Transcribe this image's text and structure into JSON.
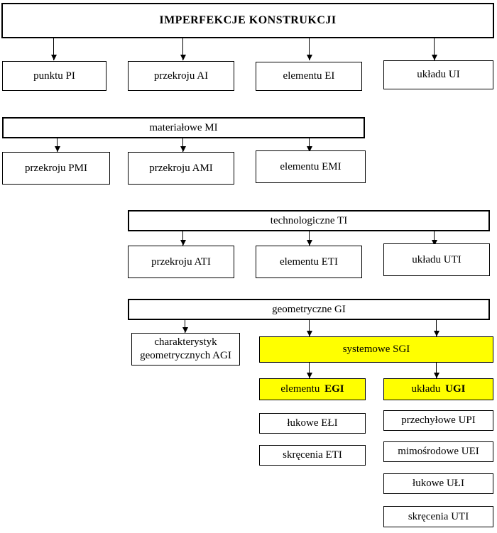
{
  "title": "IMPERFEKCJE KONSTRUKCJI",
  "colors": {
    "highlight": "#FFFF00",
    "line": "#000000"
  },
  "level1": [
    {
      "label": "punktu PI"
    },
    {
      "label": "przekroju AI"
    },
    {
      "label": "elementu EI"
    },
    {
      "label": "układu UI"
    }
  ],
  "material": {
    "header": "materiałowe MI",
    "children": [
      {
        "label": "przekroju PMI"
      },
      {
        "label": "przekroju AMI"
      },
      {
        "label": "elementu EMI"
      }
    ]
  },
  "technological": {
    "header": "technologiczne TI",
    "children": [
      {
        "label": "przekroju ATI"
      },
      {
        "label": "elementu ETI"
      },
      {
        "label": "układu UTI"
      }
    ]
  },
  "geometric": {
    "header": "geometryczne GI",
    "agi": {
      "label": "charakterystyk geometrycznych AGI"
    },
    "sgi": {
      "label": "systemowe SGI"
    },
    "egi": {
      "prefix": "elementu",
      "code": "EGI",
      "children": [
        {
          "label": "łukowe EŁI"
        },
        {
          "label": "skręcenia ETI"
        }
      ]
    },
    "ugi": {
      "prefix": "układu",
      "code": "UGI",
      "children": [
        {
          "label": "przechyłowe UPI"
        },
        {
          "label": "mimośrodowe UEI"
        },
        {
          "label": "łukowe UŁI"
        },
        {
          "label": "skręcenia UTI"
        }
      ]
    }
  }
}
